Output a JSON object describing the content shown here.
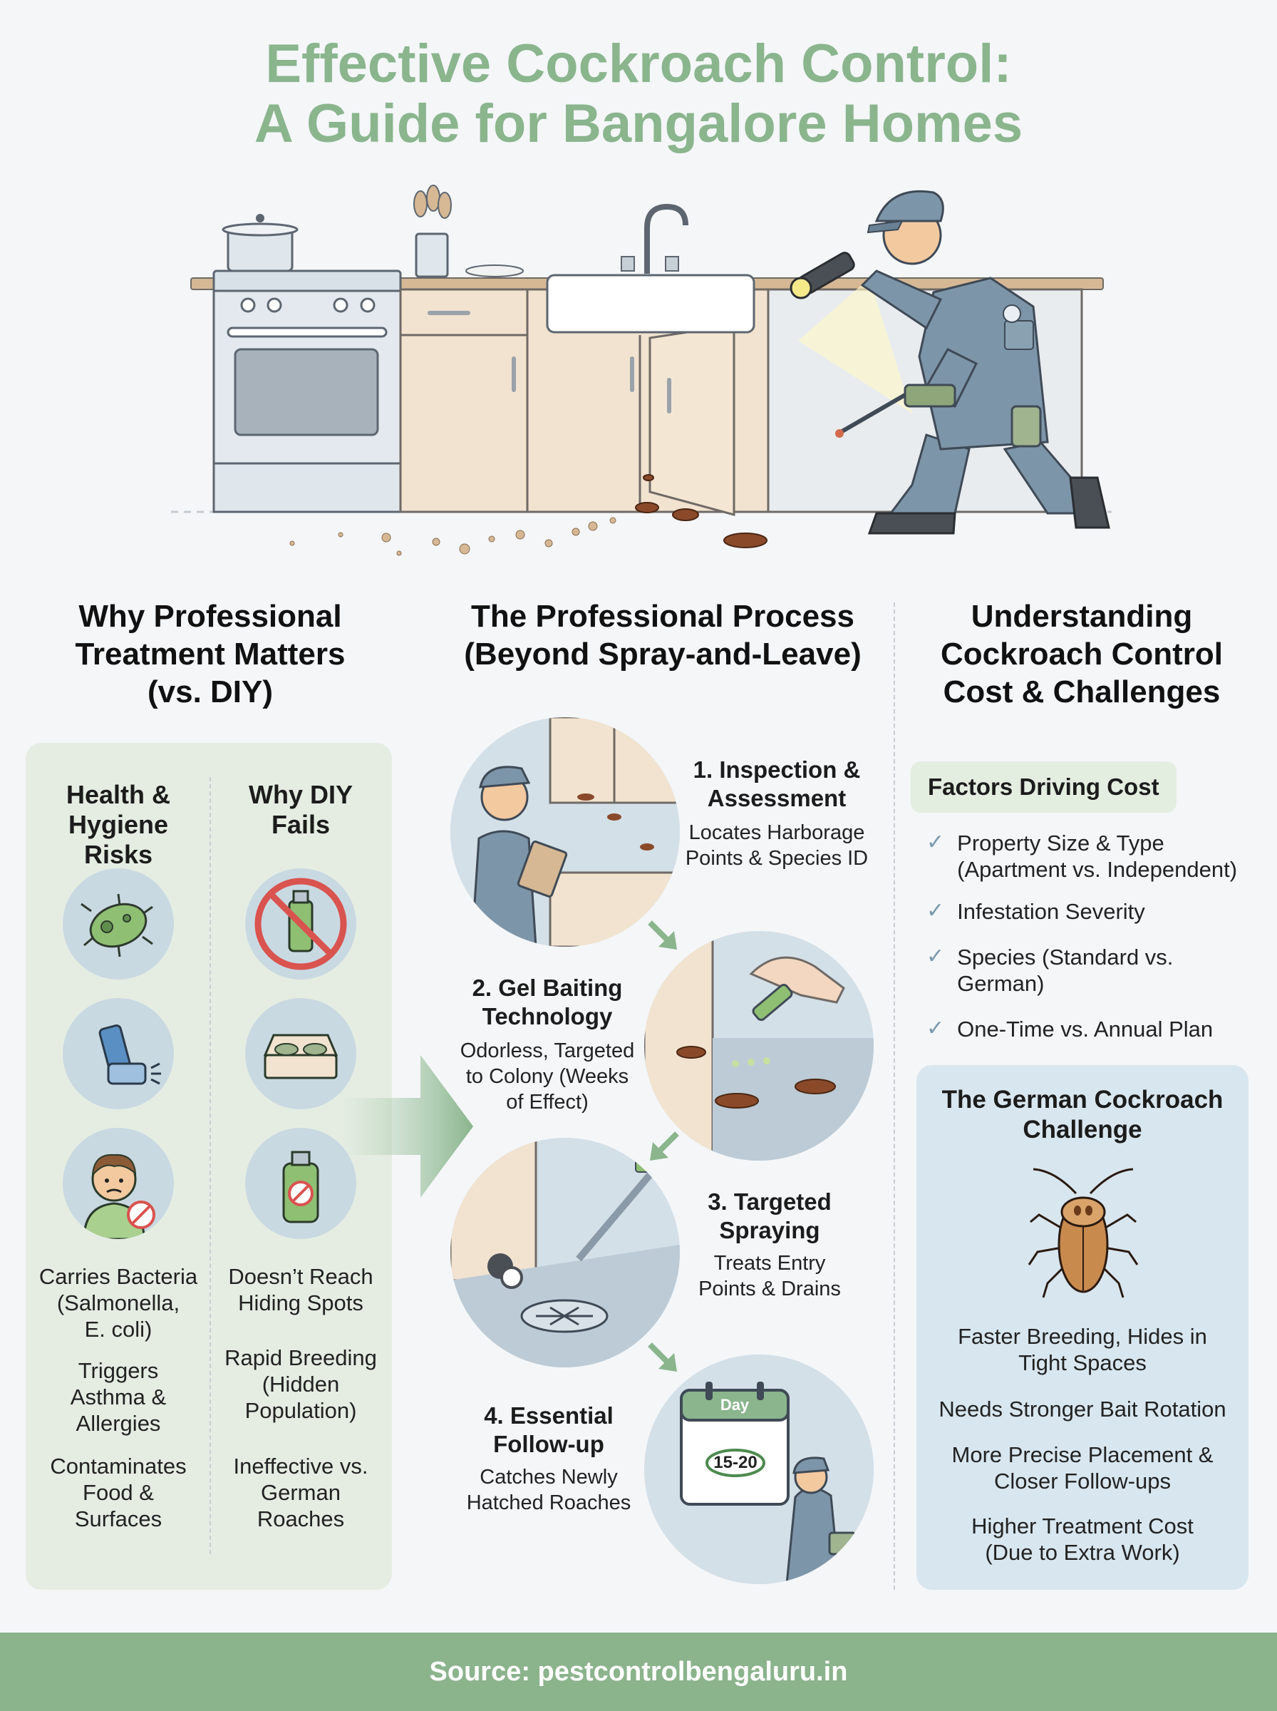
{
  "title": {
    "line1": "Effective Cockroach Control:",
    "line2": "A Guide for Bangalore Homes"
  },
  "columns": {
    "left": {
      "heading_lines": [
        "Why Professional",
        "Treatment Matters",
        "(vs. DIY)"
      ],
      "health": {
        "heading_lines": [
          "Health &",
          "Hygiene Risks"
        ],
        "icons": [
          "bacteria-icon",
          "inhaler-icon",
          "sick-child-icon"
        ],
        "items": [
          [
            "Carries Bacteria",
            "(Salmonella,",
            "E. coli)"
          ],
          [
            "Triggers",
            "Asthma &",
            "Allergies"
          ],
          [
            "Contaminates",
            "Food &",
            "Surfaces"
          ]
        ]
      },
      "diy": {
        "heading_lines": [
          "Why DIY",
          "Fails"
        ],
        "icons": [
          "no-spray-icon",
          "bait-station-icon",
          "spray-can-icon"
        ],
        "items": [
          [
            "Doesn’t Reach",
            "Hiding Spots"
          ],
          [
            "Rapid Breeding",
            "(Hidden",
            "Population)"
          ],
          [
            "Ineffective vs.",
            "German",
            "Roaches"
          ]
        ]
      }
    },
    "middle": {
      "heading_lines": [
        "The Professional Process",
        "(Beyond Spray-and-Leave)"
      ],
      "steps": [
        {
          "title_lines": [
            "1. Inspection &",
            "Assessment"
          ],
          "desc_lines": [
            "Locates Harborage",
            "Points & Species ID"
          ]
        },
        {
          "title_lines": [
            "2. Gel Baiting",
            "Technology"
          ],
          "desc_lines": [
            "Odorless, Targeted",
            "to Colony (Weeks",
            "of Effect)"
          ]
        },
        {
          "title_lines": [
            "3. Targeted",
            "Spraying"
          ],
          "desc_lines": [
            "Treats Entry",
            "Points & Drains"
          ]
        },
        {
          "title_lines": [
            "4. Essential",
            "Follow-up"
          ],
          "desc_lines": [
            "Catches Newly",
            "Hatched Roaches"
          ]
        }
      ],
      "calendar": {
        "label": "Day",
        "range": "15-20"
      }
    },
    "right": {
      "heading_lines": [
        "Understanding",
        "Cockroach Control",
        "Cost & Challenges"
      ],
      "factors_title": "Factors Driving Cost",
      "factors": [
        [
          "Property Size & Type",
          "(Apartment vs. Independent)"
        ],
        [
          "Infestation Severity"
        ],
        [
          "Species (Standard vs. German)"
        ],
        [
          "One-Time vs. Annual Plan"
        ]
      ],
      "german": {
        "heading_lines": [
          "The German Cockroach",
          "Challenge"
        ],
        "items": [
          [
            "Faster Breeding, Hides in",
            "Tight Spaces"
          ],
          [
            "Needs Stronger Bait Rotation"
          ],
          [
            "More Precise Placement &",
            "Closer Follow-ups"
          ],
          [
            "Higher Treatment Cost",
            "(Due to Extra Work)"
          ]
        ]
      }
    }
  },
  "footer": "Source: pestcontrolbengaluru.in",
  "colors": {
    "title_green": "#8ab58d",
    "footer_green": "#8bb38c",
    "panel_green": "#e5ede3",
    "panel_blue": "#d8e6ef",
    "uniform_blue": "#7d95a8"
  }
}
